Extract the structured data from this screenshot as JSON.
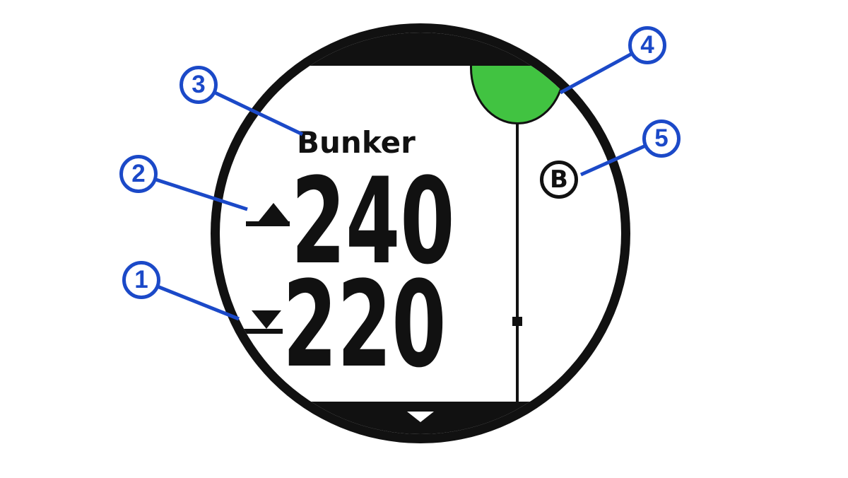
{
  "watch": {
    "hazard_name": "Bunker",
    "back_distance": "240",
    "front_distance": "220",
    "hazard_marker_letter": "B",
    "icons": {
      "back_arrow": "triangle-up-over-line-icon",
      "front_arrow": "triangle-down-over-line-icon",
      "scroll_down": "down-arrow-icon",
      "green_shape": "putting-green-semicircle",
      "line_dot": "layup-dot"
    }
  },
  "callouts": {
    "items": [
      "1",
      "2",
      "3",
      "4",
      "5"
    ]
  },
  "colors": {
    "callout-blue": "#1b49c8",
    "green": "#41c341",
    "ink": "#111111",
    "bg": "#ffffff"
  }
}
